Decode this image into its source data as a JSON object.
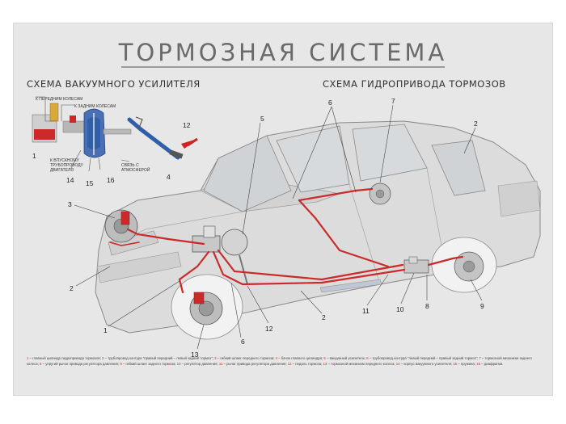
{
  "title": "ТОРМОЗНАЯ СИСТЕМА",
  "subtitle_vacuum": "СХЕМА ВАКУУМНОГО УСИЛИТЕЛЯ",
  "subtitle_hydraulic": "СХЕМА ГИДРОПРИВОДА ТОРМОЗОВ",
  "annotations": {
    "front_wheels": "К ПЕРЕДНИМ КОЛЕСАМ",
    "rear_wheels": "К ЗАДНИМ КОЛЕСАМ",
    "intake_1": "К ВПУСКНОМУ",
    "intake_2": "ТРУБОПРОВОДУ",
    "intake_3": "ДВИГАТЕЛЯ",
    "atm_1": "СВЯЗЬ С",
    "atm_2": "АТМОСФЕРОЙ"
  },
  "callouts": {
    "c1a": "1",
    "c14": "14",
    "c15": "15",
    "c16": "16",
    "c4": "4",
    "c12a": "12",
    "c5": "5",
    "c6a": "6",
    "c7": "7",
    "c2a": "2",
    "c3": "3",
    "c2b": "2",
    "c1b": "1",
    "c13": "13",
    "c6b": "6",
    "c12b": "12",
    "c2c": "2",
    "c11": "11",
    "c10": "10",
    "c8": "8",
    "c9": "9"
  },
  "colors": {
    "brake_line": "#cc2a2a",
    "arrow": "#d42020",
    "car_body": "#dcdcdc",
    "outline": "#8a8a8a",
    "booster_blue": "#2e5fa8"
  },
  "legend": [
    {
      "n": "1",
      "t": " – главный цилиндр гидропривода тормозов; "
    },
    {
      "n": "2",
      "t": " – трубопровод контура \"правый передний – левый задний тормоз\"; "
    },
    {
      "n": "3",
      "t": " – гибкий шланг переднего тормоза; "
    },
    {
      "n": "4",
      "t": " – бачок главного цилиндра; "
    },
    {
      "n": "5",
      "t": " – вакуумный усилитель; "
    },
    {
      "n": "6",
      "t": " – трубопровод контура \"левый передний – правый задний тормоз\"; "
    },
    {
      "n": "7",
      "t": " – тормозной механизм заднего колеса; "
    },
    {
      "n": "8",
      "t": " – упругий рычаг привода регулятора давления; "
    },
    {
      "n": "9",
      "t": " – гибкий шланг заднего тормоза; "
    },
    {
      "n": "10",
      "t": " – регулятор давления; "
    },
    {
      "n": "11",
      "t": " – рычаг привода регулятора давления; "
    },
    {
      "n": "12",
      "t": " – педаль тормоза; "
    },
    {
      "n": "13",
      "t": " – тормозной механизм переднего колеса; "
    },
    {
      "n": "14",
      "t": " – корпус вакуумного усилителя; "
    },
    {
      "n": "15",
      "t": " – пружина; "
    },
    {
      "n": "16",
      "t": " – диафрагма."
    }
  ]
}
